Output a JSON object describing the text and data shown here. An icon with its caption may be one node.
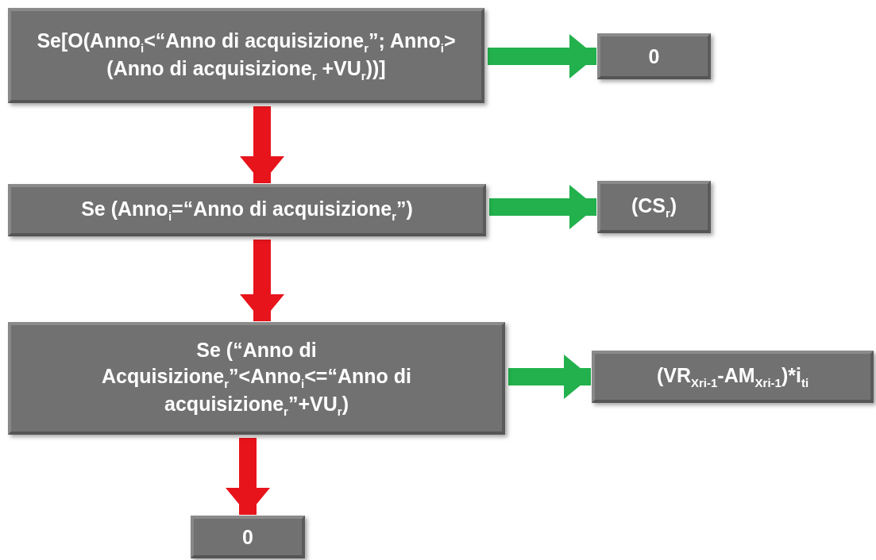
{
  "diagram": {
    "nodes": [
      {
        "text": [
          "Se[O(Anno$_{i}$<“Anno di acquisizione$_{r}$”; Anno$_{i}$>(Anno di acquisizione$_{r}$ +VU$_{r}$))]"
        ]
      },
      {
        "text": [
          "0"
        ]
      },
      {
        "text": [
          "Se (Anno$_{i}$=“Anno di acquisizione$_{r}$”)"
        ]
      },
      {
        "text": [
          "(CS$_{r}$)"
        ]
      },
      {
        "text": [
          "Se (“Anno di Acquisizione$_{r}$”<Anno$_{i}$<=“Anno di acquisizione$_{r}$”+VU$_{r}$)"
        ]
      },
      {
        "text": [
          "(VR$_{Xri-1}$-AM$_{Xri-1}$)*i$_{ti}$"
        ]
      },
      {
        "text": [
          "0"
        ]
      }
    ],
    "edges": [
      {
        "from": 0,
        "to": 1,
        "arrow": "to",
        "color": "#22b14c"
      },
      {
        "from": 0,
        "to": 2,
        "arrow": "to",
        "color": "#e8141b"
      },
      {
        "from": 2,
        "to": 3,
        "arrow": "to",
        "color": "#22b14c"
      },
      {
        "from": 2,
        "to": 4,
        "arrow": "to",
        "color": "#e8141b"
      },
      {
        "from": 4,
        "to": 5,
        "arrow": "to",
        "color": "#22b14c"
      },
      {
        "from": 4,
        "to": 6,
        "arrow": "to",
        "color": "#e8141b"
      }
    ]
  }
}
